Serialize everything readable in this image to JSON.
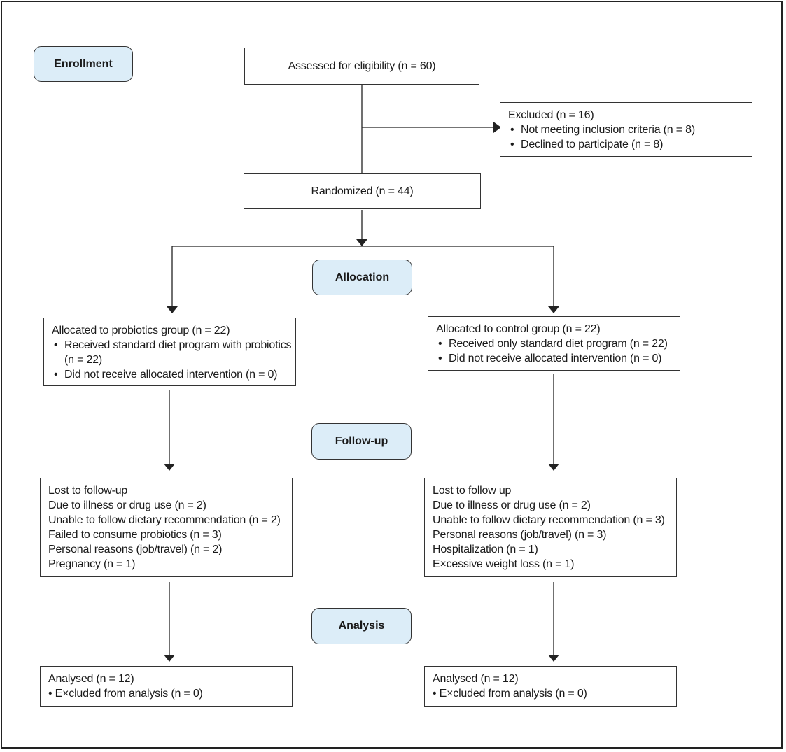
{
  "stages": {
    "enrollment": "Enrollment",
    "allocation": "Allocation",
    "followup": "Follow-up",
    "analysis": "Analysis"
  },
  "assessed": "Assessed for eligibility (n = 60)",
  "excluded": {
    "title": "Excluded (n = 16)",
    "items": [
      "Not meeting inclusion criteria (n = 8)",
      "Declined to participate (n = 8)"
    ]
  },
  "randomized": "Randomized (n = 44)",
  "probiotics_alloc": {
    "title": "Allocated to probiotics group (n = 22)",
    "item1": "Received standard diet program with probiotics",
    "item1_cont": "(n = 22)",
    "item2": "Did not receive allocated intervention (n = 0)"
  },
  "control_alloc": {
    "title": "Allocated to control group (n = 22)",
    "item1": "Received only standard diet program (n = 22)",
    "item2": "Did not receive allocated intervention (n = 0)"
  },
  "probiotics_followup": {
    "lines": [
      "Lost to follow-up",
      "Due to illness or drug use (n = 2)",
      "Unable to follow dietary recommendation (n = 2)",
      "Failed to consume probiotics (n = 3)",
      "Personal reasons (job/travel) (n = 2)",
      "Pregnancy (n = 1)"
    ]
  },
  "control_followup": {
    "lines": [
      "Lost to follow up",
      "Due to illness or drug use (n = 2)",
      "Unable to follow dietary recommendation (n = 3)",
      "Personal reasons (job/travel) (n = 3)",
      "Hospitalization (n = 1)",
      "E×cessive weight loss (n = 1)"
    ]
  },
  "probiotics_analysis": {
    "title": "Analysed (n = 12)",
    "item": "• E×cluded from analysis (n = 0)"
  },
  "control_analysis": {
    "title": "Analysed (n = 12)",
    "item": "• E×cluded from analysis (n = 0)"
  }
}
